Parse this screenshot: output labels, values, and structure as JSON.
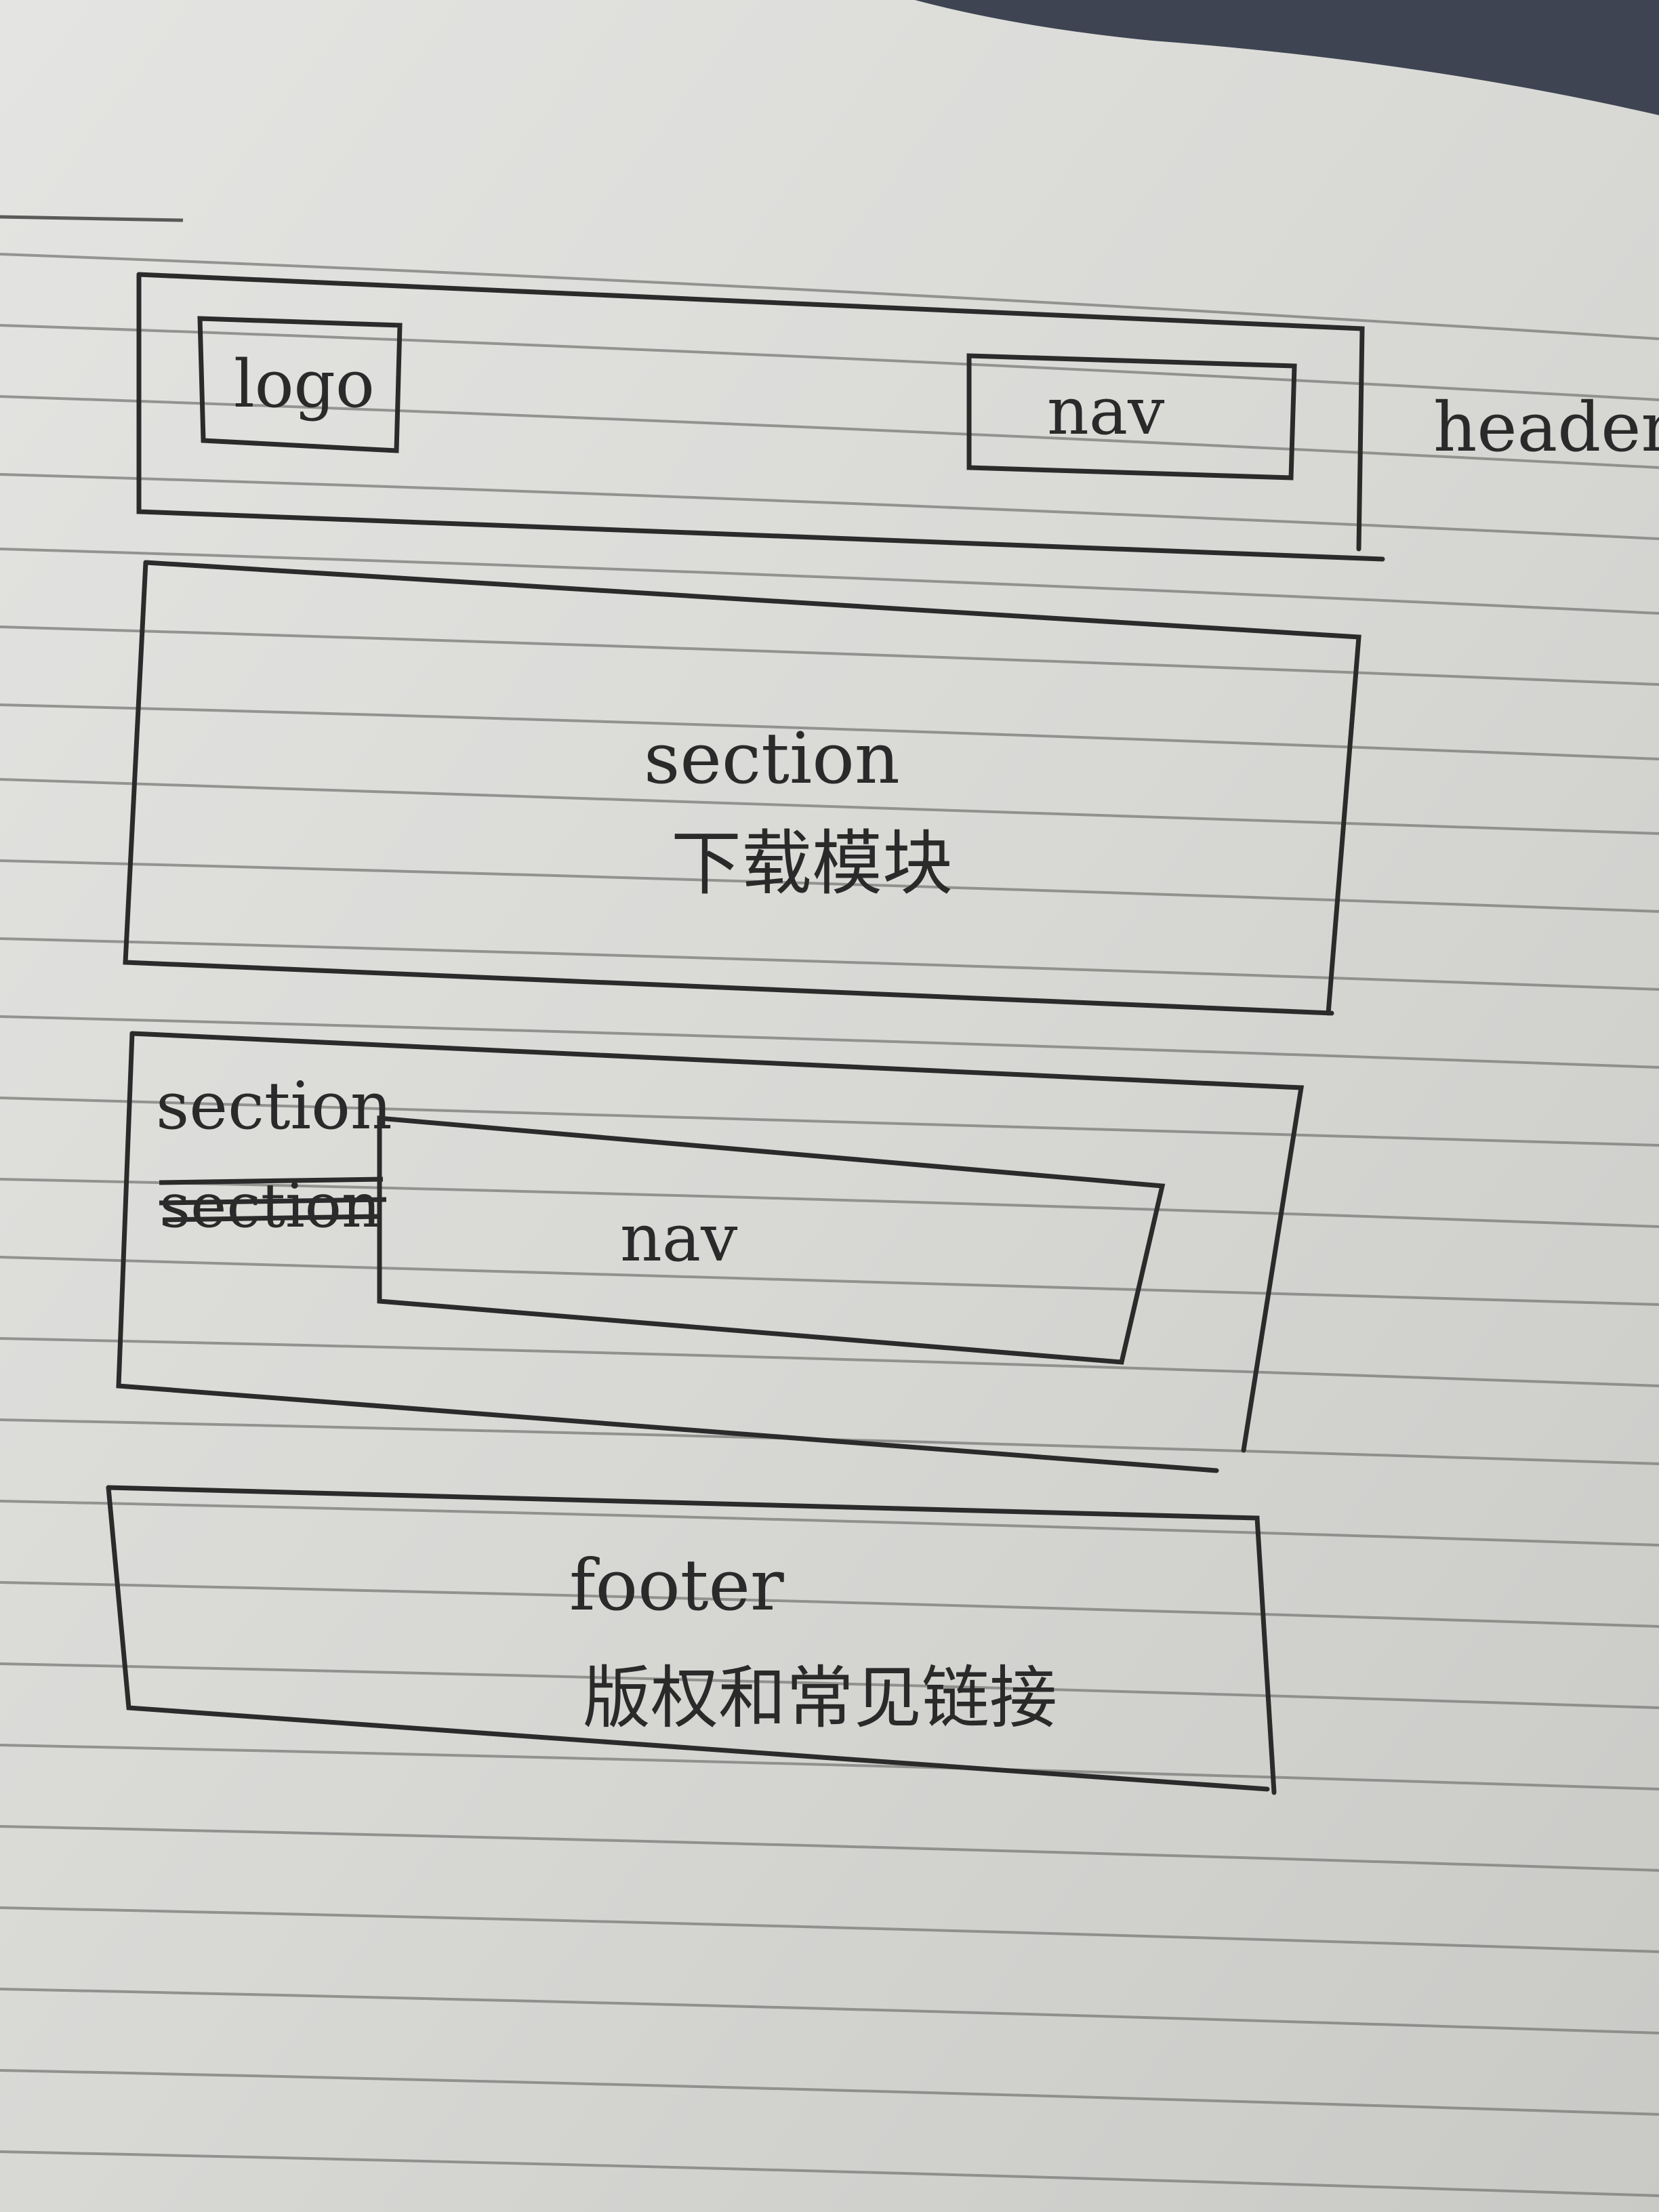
{
  "header": {
    "label": "header",
    "logo_label": "logo",
    "nav_label": "nav"
  },
  "section_download": {
    "label": "section",
    "caption": "下载模块"
  },
  "section_nav": {
    "label": "section",
    "struck_label": "section",
    "nav_label": "nav"
  },
  "footer": {
    "label": "footer",
    "caption": "版权和常见链接"
  }
}
